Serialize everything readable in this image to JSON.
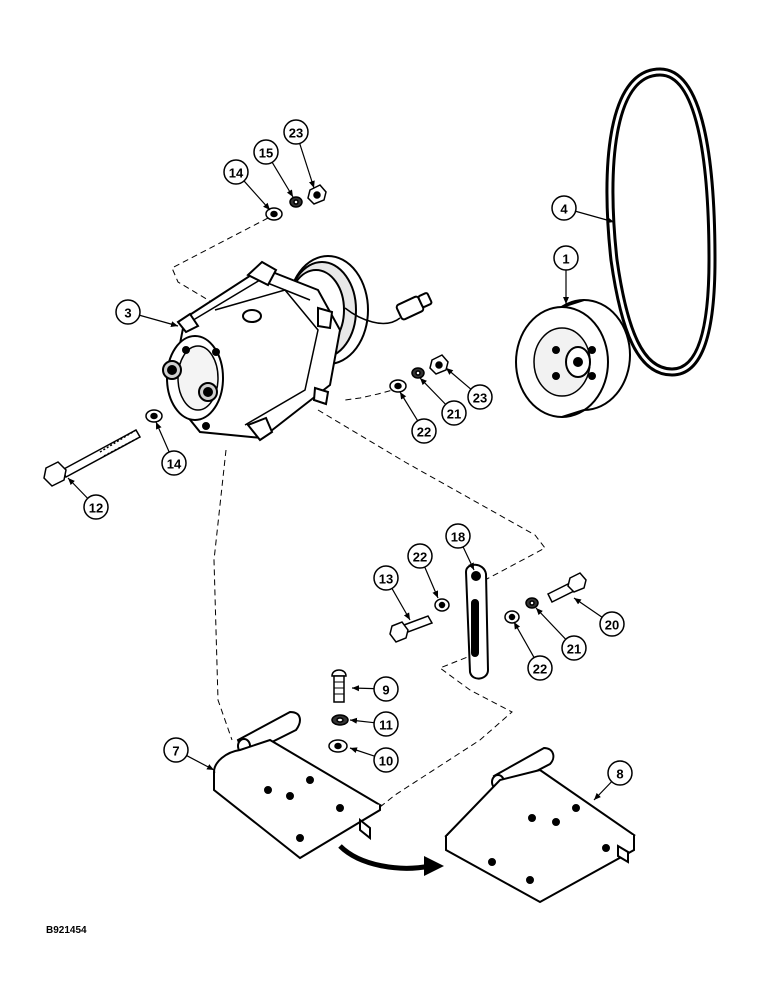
{
  "figure_id": "B921454",
  "callouts": [
    {
      "id": "c14a",
      "label": "14"
    },
    {
      "id": "c15",
      "label": "15"
    },
    {
      "id": "c23a",
      "label": "23"
    },
    {
      "id": "c3",
      "label": "3"
    },
    {
      "id": "c4",
      "label": "4"
    },
    {
      "id": "c1",
      "label": "1"
    },
    {
      "id": "c23b",
      "label": "23"
    },
    {
      "id": "c21a",
      "label": "21"
    },
    {
      "id": "c22a",
      "label": "22"
    },
    {
      "id": "c14b",
      "label": "14"
    },
    {
      "id": "c12",
      "label": "12"
    },
    {
      "id": "c18",
      "label": "18"
    },
    {
      "id": "c22b",
      "label": "22"
    },
    {
      "id": "c13",
      "label": "13"
    },
    {
      "id": "c20",
      "label": "20"
    },
    {
      "id": "c21b",
      "label": "21"
    },
    {
      "id": "c22c",
      "label": "22"
    },
    {
      "id": "c9",
      "label": "9"
    },
    {
      "id": "c11",
      "label": "11"
    },
    {
      "id": "c10",
      "label": "10"
    },
    {
      "id": "c7",
      "label": "7"
    },
    {
      "id": "c8",
      "label": "8"
    }
  ]
}
